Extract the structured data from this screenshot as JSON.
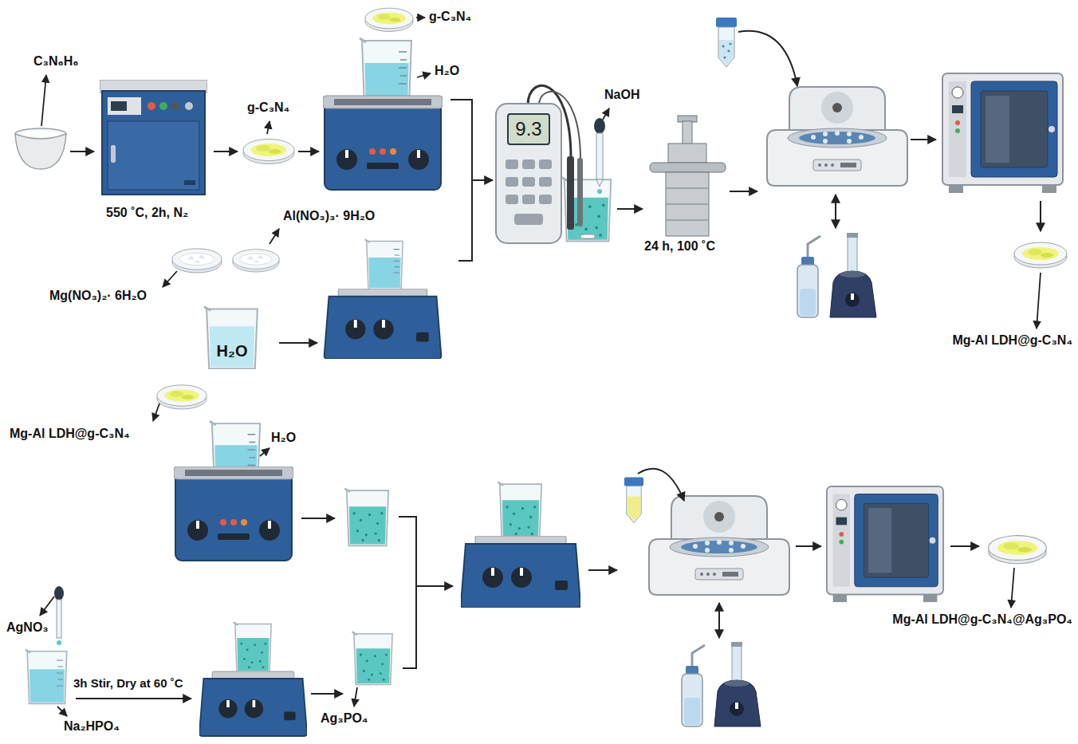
{
  "diagram": {
    "nodes": [
      {
        "text": [
          "9.3"
        ]
      },
      {
        "text": [
          "H₂O"
        ]
      }
    ],
    "labels": [
      "g-C₃N₄",
      "C₃N₆H₆",
      "H₂O",
      "NaOH",
      "g-C₃N₄",
      "550 ˚C, 2h, N₂",
      "Al(NO₃)₃· 9H₂O",
      "24 h, 100 ˚C",
      "Mg(NO₃)₂· 6H₂O",
      "Mg-Al LDH@g-C₃N₄",
      "Mg-Al LDH@g-C₃N₄",
      "H₂O",
      "Mg-Al LDH@g-C₃N₄@Ag₃PO₄",
      "AgNO₃",
      "3h Stir, Dry at 60 ˚C",
      "Ag₃PO₄",
      "Na₂HPO₄"
    ]
  }
}
